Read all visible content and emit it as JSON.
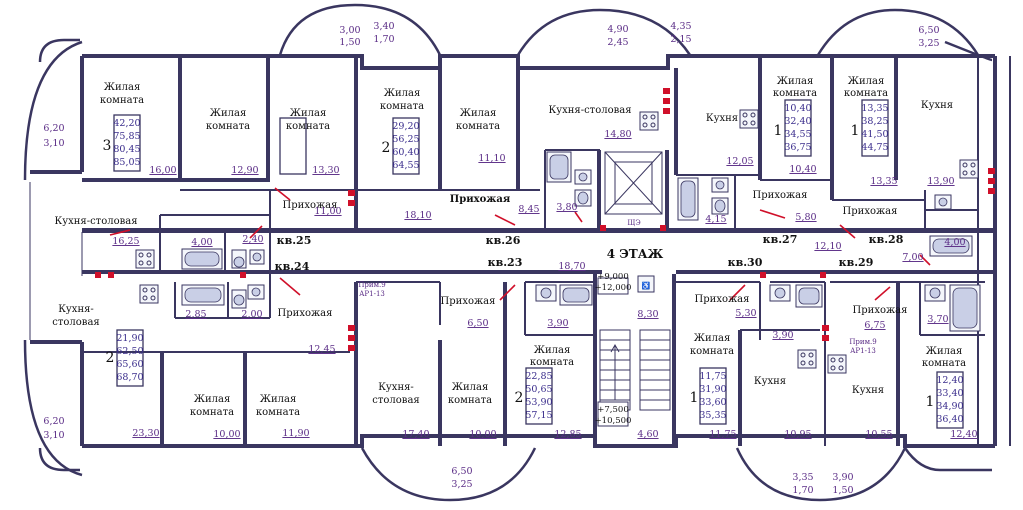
{
  "floor_label": "4 ЭТАЖ",
  "apartments": {
    "kv24": "кв.24",
    "kv25": "кв.25",
    "kv26": "кв.26",
    "kv23": "кв.23",
    "kv27": "кв.27",
    "kv28": "кв.28",
    "kv29": "кв.29",
    "kv30": "кв.30"
  },
  "rooms": {
    "living": "Жилая",
    "living2": "комната",
    "kitchen_dining": "Кухня-столовая",
    "kitchen_dining_a": "Кухня-",
    "kitchen_dining_b": "столовая",
    "kitchen": "Кухня",
    "hall": "Прихожая"
  },
  "areas": {
    "a16_00": "16,00",
    "a12_90": "12,90",
    "a13_30": "13,30",
    "a11_00": "11,00",
    "a16_25": "16,25",
    "a4_00_l": "4,00",
    "a2_40": "2,40",
    "a18_10": "18,10",
    "a11_10": "11,10",
    "a14_80": "14,80",
    "a8_45": "8,45",
    "a3_80": "3,80",
    "a12_05": "12,05",
    "a4_15": "4,15",
    "a10_40": "10,40",
    "a5_80": "5,80",
    "a13_35": "13,35",
    "a13_90": "13,90",
    "a12_10": "12,10",
    "a4_00_r": "4,00",
    "a7_00": "7,00",
    "a18_70": "18,70",
    "a2_85": "2,85",
    "a2_00": "2,00",
    "a12_45": "12,45",
    "a23_30": "23,30",
    "a10_00_l": "10,00",
    "a11_90": "11,90",
    "a17_40": "17,40",
    "a10_00_m": "10,00",
    "a6_50": "6,50",
    "a3_90_m": "3,90",
    "a12_85": "12,85",
    "a8_30": "8,30",
    "a4_60": "4,60",
    "a5_30": "5,30",
    "a3_90_r": "3,90",
    "a11_75": "11,75",
    "a10_95": "10,95",
    "a6_75": "6,75",
    "a3_70": "3,70",
    "a10_55": "10,55",
    "a12_40": "12,40"
  },
  "balconies": {
    "b1": [
      "6,20",
      "3,10"
    ],
    "b2": [
      "3,00",
      "1,50"
    ],
    "b3": [
      "3,40",
      "1,70"
    ],
    "b4": [
      "4,90",
      "2,45"
    ],
    "b5": [
      "4,35",
      "2,15"
    ],
    "b6": [
      "6,50",
      "3,25"
    ],
    "b7": [
      "6,20",
      "3,10"
    ],
    "b8": [
      "6,50",
      "3,25"
    ],
    "b9": [
      "3,35",
      "1,70"
    ],
    "b10": [
      "3,90",
      "1,50"
    ]
  },
  "summaries": {
    "kv25": {
      "rooms": "3",
      "values": [
        "42,20",
        "75,85",
        "80,45",
        "85,05"
      ]
    },
    "kv26": {
      "rooms": "2",
      "values": [
        "29,20",
        "56,25",
        "60,40",
        "64,55"
      ]
    },
    "kv27": {
      "rooms": "1",
      "values": [
        "10,40",
        "32,40",
        "34,55",
        "36,75"
      ]
    },
    "kv28": {
      "rooms": "1",
      "values": [
        "13,35",
        "38,25",
        "41,50",
        "44,75"
      ]
    },
    "kv24": {
      "rooms": "2",
      "values": [
        "21,90",
        "62,50",
        "65,60",
        "68,70"
      ]
    },
    "kv23": {
      "rooms": "2",
      "values": [
        "22,85",
        "50,65",
        "53,90",
        "57,15"
      ]
    },
    "kv30": {
      "rooms": "1",
      "values": [
        "11,75",
        "31,90",
        "33,60",
        "35,35"
      ]
    },
    "kv29": {
      "rooms": "1",
      "values": [
        "12,40",
        "33,40",
        "34,90",
        "36,40"
      ]
    }
  },
  "levels": {
    "top_a": "+9,000",
    "top_b": "+12,000",
    "bot_a": "+7,500",
    "bot_b": "+10,500"
  },
  "notes": {
    "duct": "ЩЭ",
    "riser_l_a": "Прим.9",
    "riser_l_b": "АР1-13",
    "riser_r_a": "Прим.9",
    "riser_r_b": "АР1-13"
  }
}
